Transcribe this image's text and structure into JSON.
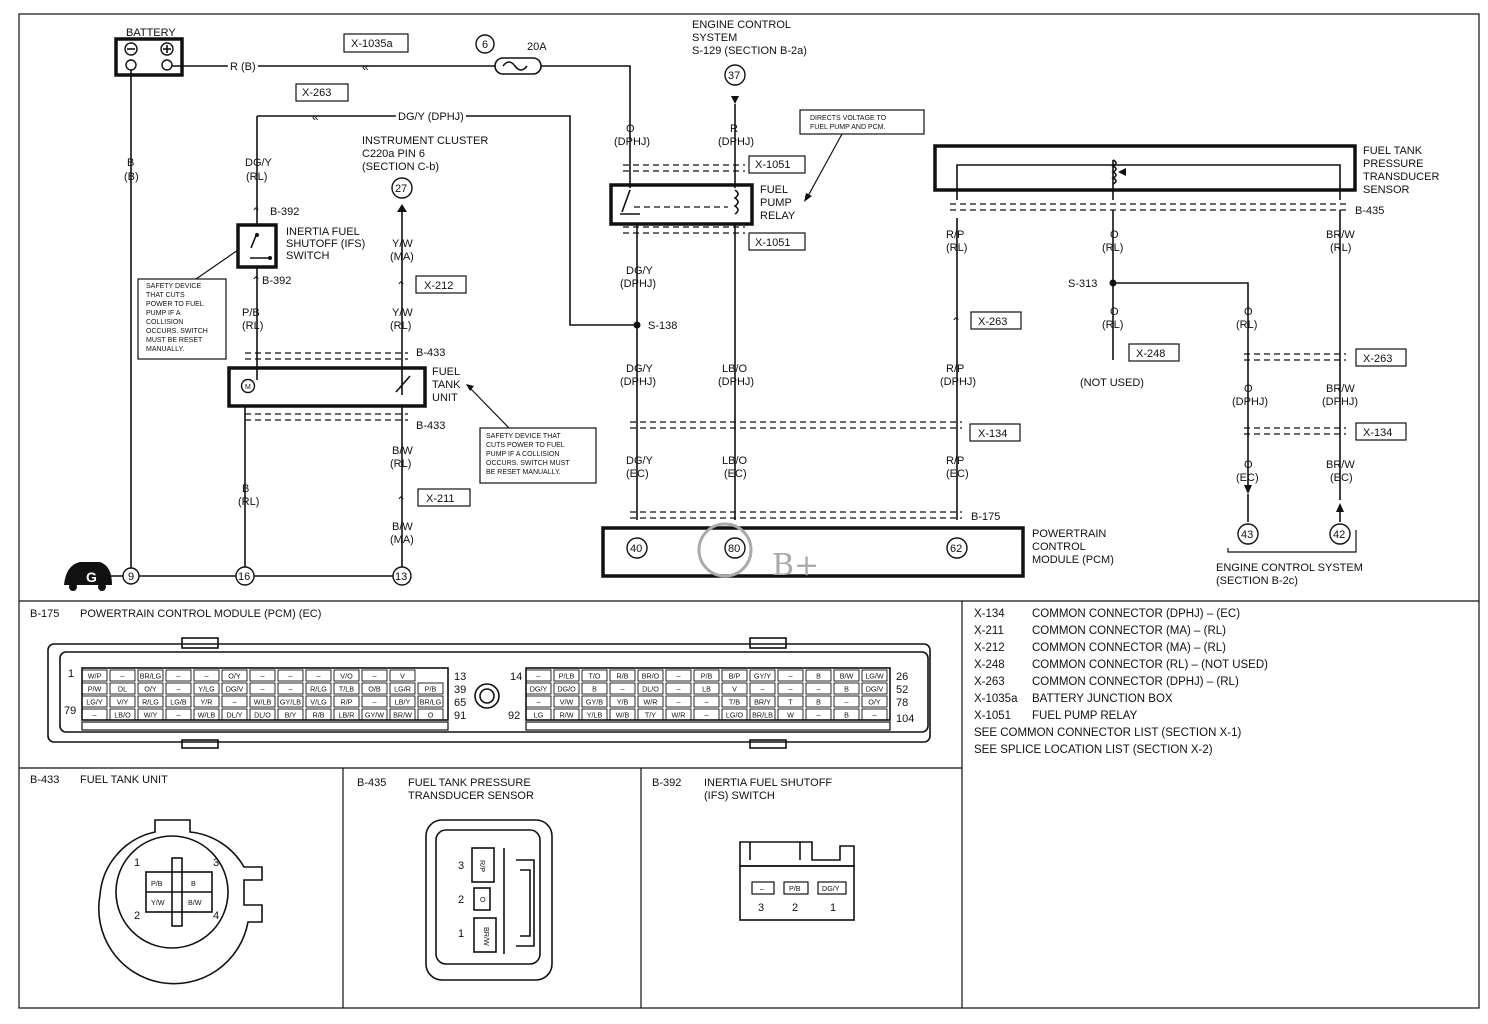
{
  "battery": {
    "label": "BATTERY",
    "wire": "R (B)",
    "ground_wire": "B",
    "ground_wire_loc": "(B)"
  },
  "fuse": {
    "num": "6",
    "rating": "20A"
  },
  "connectors": {
    "x1035a": "X-1035a",
    "x263": "X-263",
    "x1051": "X-1051",
    "x212": "X-212",
    "x211": "X-211",
    "x134": "X-134",
    "x248": "X-248",
    "b392": "B-392",
    "b433": "B-433",
    "b175": "B-175",
    "b435": "B-435",
    "s138": "S-138",
    "s313": "S-313"
  },
  "ecs_top": {
    "line1": "ENGINE CONTROL",
    "line2": "SYSTEM",
    "line3": "S-129 (SECTION B-2a)",
    "pin": "37"
  },
  "cluster": {
    "line1": "INSTRUMENT CLUSTER",
    "line2": "C220a PIN 6",
    "line3": "(SECTION C-b)",
    "pin": "27"
  },
  "relay": {
    "line1": "FUEL",
    "line2": "PUMP",
    "line3": "RELAY",
    "note1": "DIRECTS VOLTAGE TO",
    "note2": "FUEL PUMP AND PCM."
  },
  "ifs": {
    "line1": "INERTIA FUEL",
    "line2": "SHUTOFF (IFS)",
    "line3": "SWITCH",
    "note": [
      "SAFETY DEVICE",
      "THAT CUTS",
      "POWER TO FUEL",
      "PUMP IF A",
      "COLLISION",
      "OCCURS. SWITCH",
      "MUST BE RESET",
      "MANUALLY."
    ]
  },
  "fuel_tank": {
    "line1": "FUEL",
    "line2": "TANK",
    "line3": "UNIT",
    "note": [
      "SAFETY DEVICE THAT",
      "CUTS POWER TO FUEL",
      "PUMP IF A COLLISION",
      "OCCURS. SWITCH MUST",
      "BE RESET MANUALLY."
    ]
  },
  "pcm": {
    "line1": "POWERTRAIN",
    "line2": "CONTROL",
    "line3": "MODULE (PCM)",
    "pins": [
      "40",
      "80",
      "62"
    ],
    "handwritten": "B+"
  },
  "transducer": {
    "line1": "FUEL TANK",
    "line2": "PRESSURE",
    "line3": "TRANSDUCER",
    "line4": "SENSOR"
  },
  "ecs_bottom": {
    "line1": "ENGINE CONTROL SYSTEM",
    "line2": "(SECTION B-2c)",
    "pins": [
      "43",
      "42"
    ]
  },
  "not_used": "(NOT USED)",
  "ground": {
    "label": "G",
    "pins": [
      "9",
      "16",
      "13"
    ]
  },
  "wires": {
    "dgy_dphj": "DG/Y (DPHJ)",
    "dgy": "DG/Y",
    "o": "O",
    "r": "R",
    "rl": "(RL)",
    "dphj": "(DPHJ)",
    "ec": "(EC)",
    "ma": "(MA)",
    "pb": "P/B",
    "yw": "Y/W",
    "b": "B",
    "bw": "B/W",
    "lbo": "LB/O",
    "rp": "R/P",
    "brw": "BR/W"
  },
  "legend": [
    {
      "code": "X-134",
      "desc": "COMMON CONNECTOR  (DPHJ) – (EC)"
    },
    {
      "code": "X-211",
      "desc": "COMMON CONNECTOR (MA) – (RL)"
    },
    {
      "code": "X-212",
      "desc": "COMMON CONNECTOR (MA) – (RL)"
    },
    {
      "code": "X-248",
      "desc": "COMMON CONNECTOR (RL) – (NOT USED)"
    },
    {
      "code": "X-263",
      "desc": "COMMON CONNECTOR (DPHJ) – (RL)"
    },
    {
      "code": "X-1035a",
      "desc": "BATTERY JUNCTION BOX"
    },
    {
      "code": "X-1051",
      "desc": "FUEL PUMP RELAY"
    },
    {
      "code": "",
      "desc": "SEE COMMON CONNECTOR LIST  (SECTION X-1)"
    },
    {
      "code": "",
      "desc": "SEE SPLICE LOCATION LIST (SECTION X-2)"
    }
  ],
  "views": {
    "pcm_code": "B-175",
    "pcm_title": "POWERTRAIN CONTROL MODULE (PCM) (EC)",
    "left_rows": [
      [
        "W/P",
        "–",
        "BR/LG",
        "–",
        "–",
        "O/Y",
        "–",
        "–",
        "–",
        "V/O",
        "–",
        "V"
      ],
      [
        "P/W",
        "DL",
        "O/Y",
        "–",
        "Y/LG",
        "DG/V",
        "–",
        "–",
        "R/LG",
        "T/LB",
        "O/B",
        "LG/R",
        "P/B"
      ],
      [
        "LG/Y",
        "V/Y",
        "R/LG",
        "LG/B",
        "Y/R",
        "–",
        "W/LB",
        "GY/LB",
        "V/LG",
        "R/P",
        "–",
        "LB/Y",
        "BR/LG"
      ],
      [
        "–",
        "LB/O",
        "W/Y",
        "–",
        "W/LB",
        "DL/Y",
        "DL/O",
        "B/Y",
        "R/B",
        "LB/R",
        "GY/W",
        "BR/W",
        "O"
      ]
    ],
    "left_start": [
      "1",
      "",
      "",
      "79"
    ],
    "left_end": [
      "13",
      "39",
      "65",
      "91"
    ],
    "right_rows": [
      [
        "–",
        "P/LB",
        "T/O",
        "R/B",
        "BR/O",
        "–",
        "P/B",
        "B/P",
        "GY/Y",
        "–",
        "B",
        "B/W",
        "LG/W"
      ],
      [
        "DG/Y",
        "DG/O",
        "B",
        "–",
        "DL/O",
        "–",
        "LB",
        "V",
        "–",
        "–",
        "–",
        "B",
        "DG/V"
      ],
      [
        "–",
        "V/W",
        "GY/B",
        "Y/B",
        "W/R",
        "–",
        "–",
        "T/B",
        "BR/Y",
        "T",
        "B",
        "–",
        "O/Y"
      ],
      [
        "LG",
        "R/W",
        "Y/LB",
        "W/B",
        "T/Y",
        "W/R",
        "–",
        "LG/O",
        "BR/LB",
        "W",
        "–",
        "B",
        "–"
      ]
    ],
    "right_start": [
      "14",
      "",
      "",
      "92"
    ],
    "right_end": [
      "26",
      "52",
      "78",
      "104"
    ],
    "b433_code": "B-433",
    "b433_title": "FUEL TANK UNIT",
    "b433_pins": [
      "P/B",
      "B",
      "Y/W",
      "B/W"
    ],
    "b433_nums": [
      "1",
      "3",
      "2",
      "4"
    ],
    "b435_code": "B-435",
    "b435_title1": "FUEL TANK PRESSURE",
    "b435_title2": "TRANSDUCER SENSOR",
    "b435_pins": [
      "R/P",
      "O",
      "BR/W"
    ],
    "b435_nums": [
      "3",
      "2",
      "1"
    ],
    "b392_code": "B-392",
    "b392_title1": "INERTIA FUEL SHUTOFF",
    "b392_title2": "(IFS) SWITCH",
    "b392_pins": [
      "–",
      "P/B",
      "DG/Y"
    ],
    "b392_nums": [
      "3",
      "2",
      "1"
    ]
  }
}
